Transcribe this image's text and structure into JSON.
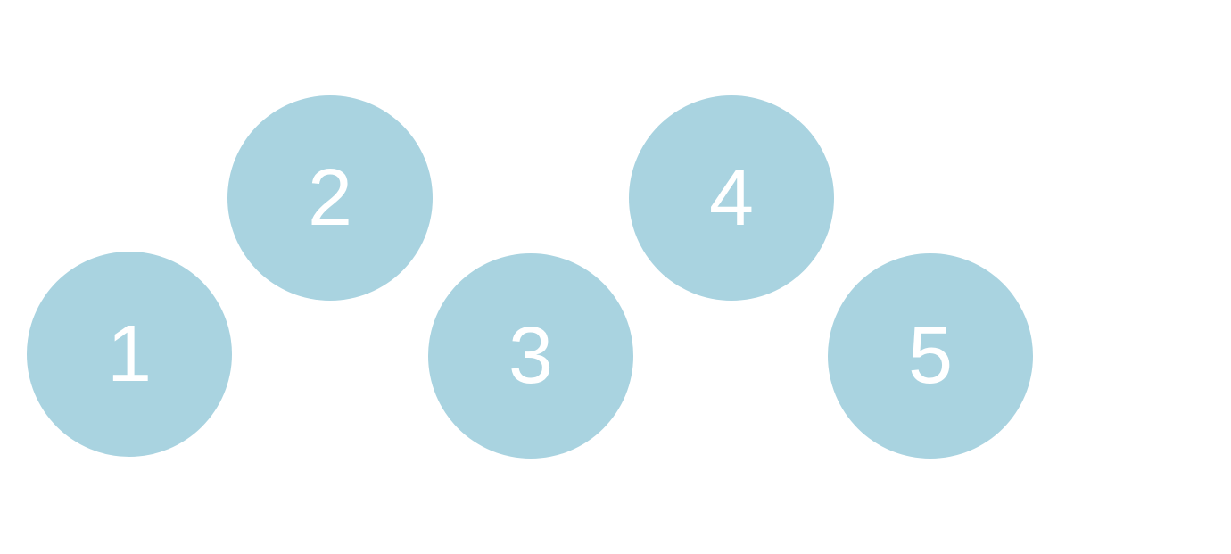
{
  "colors": {
    "circle_fill": "#a9d3e0",
    "label": "#ffffff",
    "background": "#ffffff"
  },
  "circles": [
    {
      "label": "1"
    },
    {
      "label": "2"
    },
    {
      "label": "3"
    },
    {
      "label": "4"
    },
    {
      "label": "5"
    }
  ]
}
